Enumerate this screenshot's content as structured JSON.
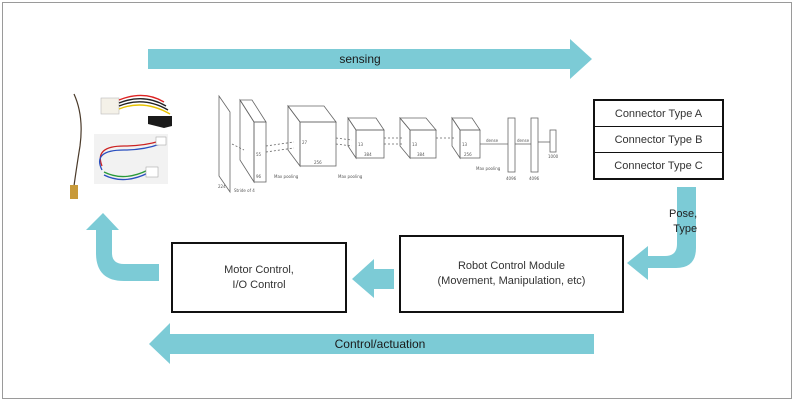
{
  "diagram": {
    "colors": {
      "arrow": "#7ccbd6",
      "border": "#111111",
      "frame": "#9a9a9a",
      "text": "#333333"
    },
    "arrows": {
      "sensing": {
        "label": "sensing",
        "direction": "right"
      },
      "control": {
        "label": "Control/actuation",
        "direction": "left"
      },
      "pose": {
        "label_line1": "Pose,",
        "label_line2": "Type",
        "direction": "down-left"
      },
      "robot_to_motor": {
        "direction": "left"
      },
      "motor_to_connectors": {
        "direction": "up"
      }
    },
    "connector_types": [
      "Connector Type A",
      "Connector Type B",
      "Connector Type C"
    ],
    "robot_control": {
      "line1": "Robot Control Module",
      "line2": "(Movement, Manipulation, etc)"
    },
    "motor_control": {
      "line1": "Motor Control,",
      "line2": "I/O Control"
    },
    "cnn": {
      "labels": {
        "stride": "Stride of 4",
        "max_pooling_1": "Max pooling",
        "max_pooling_2": "Max pooling",
        "max_pooling_3": "Max pooling",
        "dense_1": "dense",
        "dense_2": "dense",
        "fc1": "4096",
        "fc2": "4096",
        "out": "1000",
        "input_size": "224",
        "c1": "55",
        "c2": "27",
        "c3": "13",
        "c4": "13",
        "c5": "13",
        "d2": "256",
        "d3": "384",
        "d4": "384",
        "d5": "256",
        "d1": "96"
      }
    },
    "photo": {
      "items": [
        "rf-pigtail-cable",
        "molex-to-sata-power-adapter",
        "jst-wire-harness"
      ]
    }
  }
}
